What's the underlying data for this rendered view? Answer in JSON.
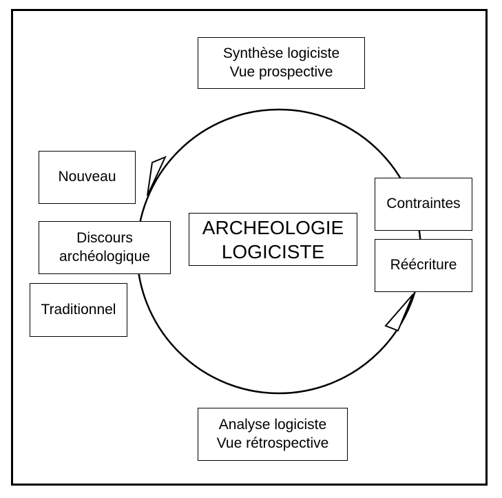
{
  "boxes": {
    "synthese": {
      "line1": "Synthèse logiciste",
      "line2": "Vue prospective"
    },
    "nouveau": {
      "label": "Nouveau"
    },
    "discours": {
      "line1": "Discours",
      "line2": "archéologique"
    },
    "traditionnel": {
      "label": "Traditionnel"
    },
    "center": {
      "line1": "ARCHEOLOGIE",
      "line2": "LOGICISTE"
    },
    "contraintes": {
      "label": "Contraintes"
    },
    "reecriture": {
      "label": "Réécriture"
    },
    "analyse": {
      "line1": "Analyse logiciste",
      "line2": "Vue rétrospective"
    }
  },
  "colors": {
    "stroke": "#000000",
    "background": "#ffffff"
  }
}
